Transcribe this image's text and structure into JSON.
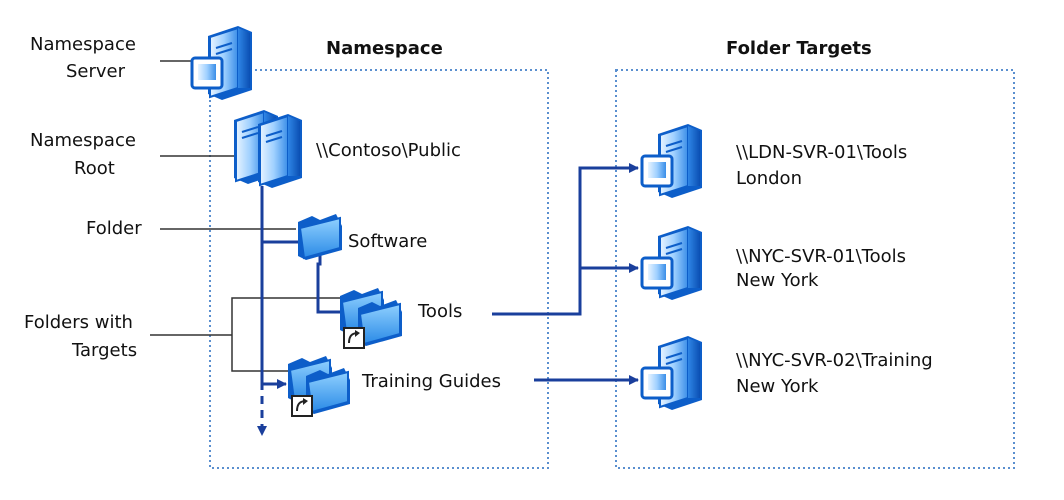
{
  "headers": {
    "namespace": "Namespace",
    "folder_targets": "Folder Targets"
  },
  "left_labels": {
    "namespace_server_1": "Namespace",
    "namespace_server_2": "Server",
    "namespace_root_1": "Namespace",
    "namespace_root_2": "Root",
    "folder": "Folder",
    "folders_with_targets_1": "Folders with",
    "folders_with_targets_2": "Targets"
  },
  "namespace": {
    "root_path": "\\\\Contoso\\Public",
    "folder_software": "Software",
    "folder_tools": "Tools",
    "folder_training": "Training Guides"
  },
  "targets": [
    {
      "path": "\\\\LDN-SVR-01\\Tools",
      "site": "London"
    },
    {
      "path": "\\\\NYC-SVR-01\\Tools",
      "site": "New York"
    },
    {
      "path": "\\\\NYC-SVR-02\\Training",
      "site": "New York"
    }
  ],
  "colors": {
    "connector_blue": "#1a3f9c",
    "label_line": "#333333",
    "dotted_border": "#5a8fcf",
    "server_light": "#cfe6ff",
    "server_mid": "#4aa3f0",
    "server_dark": "#0d5ec9"
  }
}
